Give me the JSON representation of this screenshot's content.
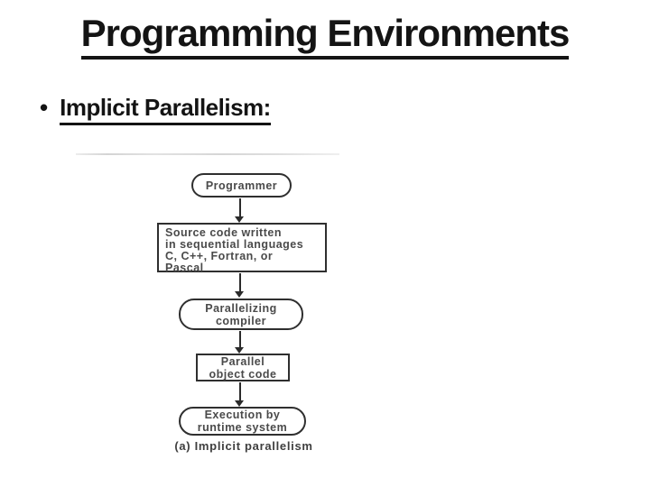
{
  "slide": {
    "title": "Programming Environments",
    "bullet_marker": "•",
    "bullet_text": "Implicit Parallelism:"
  },
  "figure": {
    "caption": "(a) Implicit parallelism",
    "nodes": {
      "programmer": {
        "shape": "oval",
        "lines": [
          "Programmer"
        ]
      },
      "source_code": {
        "shape": "rect",
        "lines": [
          "Source code written",
          "in sequential languages",
          "C, C++, Fortran, or",
          "Pascal"
        ]
      },
      "parallelizing_compiler": {
        "shape": "oval",
        "lines": [
          "Parallelizing",
          "compiler"
        ]
      },
      "parallel_object_code": {
        "shape": "rect",
        "lines": [
          "Parallel",
          "object code"
        ]
      },
      "execution": {
        "shape": "oval",
        "lines": [
          "Execution by",
          "runtime system"
        ]
      }
    },
    "flow_order": [
      "programmer",
      "source_code",
      "parallelizing_compiler",
      "parallel_object_code",
      "execution"
    ],
    "colors": {
      "slide_text": "#141414",
      "diagram_ink": "#4a4a4a",
      "diagram_border": "#2f2f2f",
      "arrow": "#2b2b2b",
      "scan_artifact_line": "#d9d9d9",
      "background": "#ffffff"
    }
  }
}
